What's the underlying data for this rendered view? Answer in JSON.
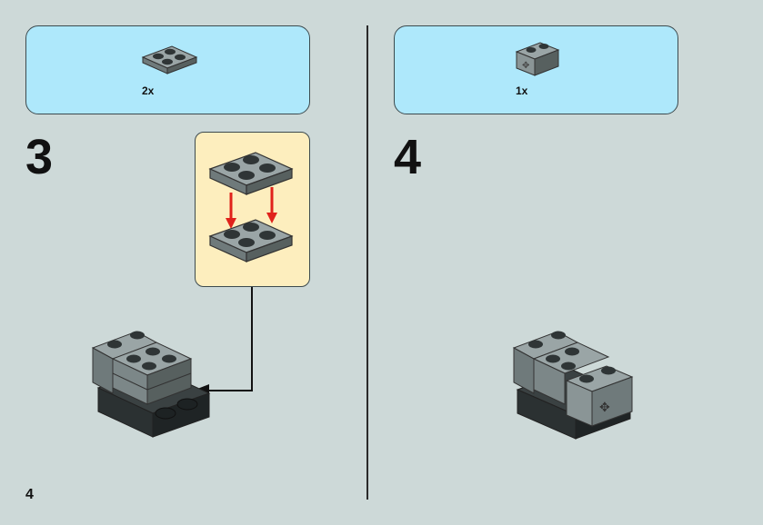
{
  "page": {
    "page_number": "4"
  },
  "steps": [
    {
      "number": "3",
      "parts": [
        {
          "quantity": "2x",
          "part_icon": "plate-2x2-gray-icon"
        }
      ],
      "callout": {
        "description_icon": "stack-two-plates-icon"
      },
      "model_icon": "assembly-step-3-icon"
    },
    {
      "number": "4",
      "parts": [
        {
          "quantity": "1x",
          "part_icon": "brick-1x2-technic-gray-icon"
        }
      ],
      "model_icon": "assembly-step-4-icon"
    }
  ],
  "colors": {
    "background": "#cdd9d8",
    "parts_box": "#aee8fb",
    "callout": "#fdeebe",
    "brick_gray": "#8a9596",
    "arrow_red": "#e0221b"
  }
}
